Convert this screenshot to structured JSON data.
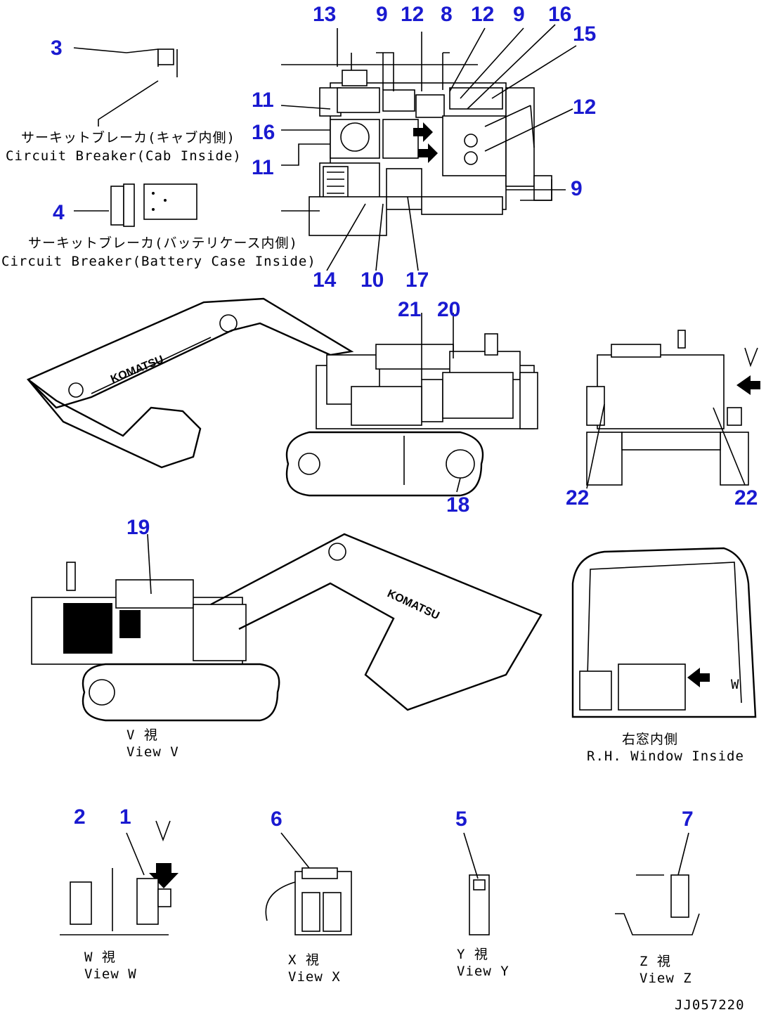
{
  "numbers": {
    "n13": "13",
    "n9a": "9",
    "n12a": "12",
    "n8": "8",
    "n12b": "12",
    "n9b": "9",
    "n16a": "16",
    "n15": "15",
    "n3": "3",
    "n11a": "11",
    "n12c": "12",
    "n16b": "16",
    "n11b": "11",
    "n9c": "9",
    "n4": "4",
    "n14": "14",
    "n10": "10",
    "n17": "17",
    "n21": "21",
    "n20": "20",
    "n18": "18",
    "n22a": "22",
    "n22b": "22",
    "n19": "19",
    "n2": "2",
    "n1": "1",
    "n6": "6",
    "n5": "5",
    "n7": "7"
  },
  "captions": {
    "cb_cab_jp": "サーキットブレーカ(キャブ内側)",
    "cb_cab_en": "Circuit Breaker(Cab Inside)",
    "cb_batt_jp": "サーキットブレーカ(バッテリケース内側)",
    "cb_batt_en": "Circuit Breaker(Battery Case Inside)",
    "view_v_jp": "V 視",
    "view_v_en": "View V",
    "rh_window_jp": "右窓内側",
    "rh_window_en": "R.H. Window Inside",
    "view_w_jp": "W 視",
    "view_w_en": "View W",
    "view_x_jp": "X 視",
    "view_x_en": "View X",
    "view_y_jp": "Y 視",
    "view_y_en": "View Y",
    "view_z_jp": "Z 視",
    "view_z_en": "View Z"
  },
  "view_letters": {
    "v": "V",
    "w": "W",
    "y": "Y"
  },
  "brand": "KOMATSU",
  "drawing_code": "JJ057220",
  "colors": {
    "callout": "#1a1ad0",
    "line": "#000000"
  }
}
